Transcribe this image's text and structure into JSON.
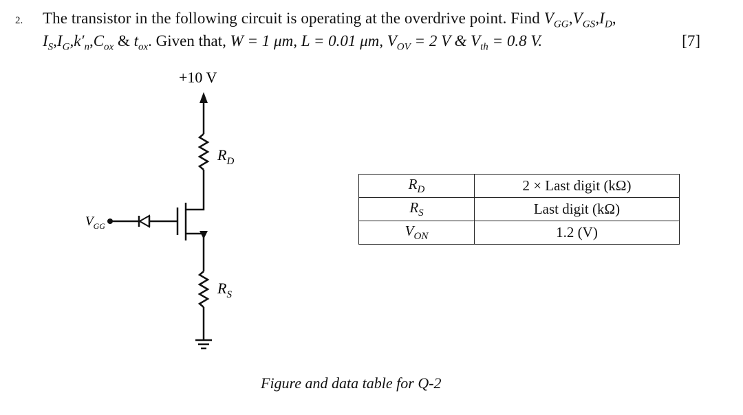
{
  "question": {
    "number": "2.",
    "marks": "[7]",
    "line1": {
      "text": "The transistor in the following circuit is operating at the overdrive point. Find ",
      "v": "V",
      "gg": "GG",
      "gs": "GS",
      "i": "I",
      "d": "D",
      "comma": ","
    },
    "line2": {
      "i": "I",
      "s": "S",
      "g": "G",
      "kp": "k′",
      "n": "n",
      "c": "C",
      "ox": "ox",
      "amp": " & ",
      "t": "t",
      "dot": ".",
      "given": " Given that, ",
      "w_eq": "W = 1 μm, L = 0.01 μm, V",
      "ov": "OV",
      "vov_val": " = 2 V  & V",
      "th": "th",
      "vth_val": " = 0.8 V."
    }
  },
  "circuit": {
    "supply": "+10 V",
    "rd": "R",
    "rd_sub": "D",
    "rs": "R",
    "rs_sub": "S",
    "vgg": "V",
    "vgg_sub": "GG"
  },
  "table": {
    "rows": [
      {
        "label": "R",
        "sub": "D",
        "value": "2 × Last digit (kΩ)"
      },
      {
        "label": "R",
        "sub": "S",
        "value": "Last digit (kΩ)"
      },
      {
        "label": "V",
        "sub": "ON",
        "value": "1.2 (V)"
      }
    ]
  },
  "caption": "Figure and data table for Q-2"
}
